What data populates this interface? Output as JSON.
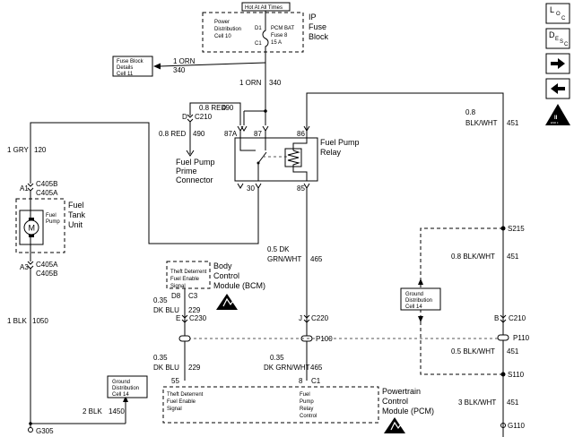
{
  "top": {
    "hot_label": "Hot At All Times",
    "ip_fuse_block": [
      "IP",
      "Fuse",
      "Block"
    ],
    "power_dist": [
      "Power",
      "Distribution",
      "Cell 10"
    ],
    "d1": "D1",
    "c1": "C1",
    "fuse_info": [
      "PCM BAT",
      "Fuse 8",
      "15 A"
    ],
    "fuse_block_details": [
      "Fuse Block",
      "Details",
      "Cell 11"
    ],
    "wire_1orn_a": "1 ORN",
    "wire_340_a": "340",
    "wire_1orn_b": "1 ORN",
    "wire_340_b": "340"
  },
  "prime": {
    "connector_d": "D",
    "connector_c210": "C210",
    "wire_red_a": "0.8 RED",
    "wire_490_a": "490",
    "wire_red_b": "0.8 RED",
    "wire_490_b": "490",
    "label": [
      "Fuel Pump",
      "Prime",
      "Connector"
    ]
  },
  "relay": {
    "pin_87a": "87A",
    "pin_87": "87",
    "pin_86": "86",
    "pin_30": "30",
    "pin_85": "85",
    "label": [
      "Fuel Pump",
      "Relay"
    ]
  },
  "right": {
    "wire_08": "0.8",
    "wire_blkwht": "BLK/WHT",
    "wire_451": "451",
    "s215": "S215",
    "wire_b": "0.8 BLK/WHT",
    "wire_b_num": "451",
    "gd14": [
      "Ground",
      "Distribution",
      "Cell 14"
    ],
    "b_conn": "B",
    "c210": "C210",
    "p110": "P110",
    "wire_c": "0.5 BLK/WHT",
    "wire_c_num": "451",
    "s110": "S110",
    "wire_d": "3 BLK/WHT",
    "wire_d_num": "451",
    "g110": "G110"
  },
  "left": {
    "wire_gry": "1 GRY",
    "wire_120": "120",
    "a1": "A1",
    "c405b_a": "C405B",
    "c405a_a": "C405A",
    "tank_unit": [
      "Fuel",
      "Tank",
      "Unit"
    ],
    "fuel_pump": [
      "Fuel",
      "Pump"
    ],
    "motor": "M",
    "a3": "A3",
    "c405a_b": "C405A",
    "c405b_b": "C405B",
    "wire_blk": "1 BLK",
    "wire_1050": "1050",
    "gd14": [
      "Ground",
      "Distribution",
      "Cell 14"
    ],
    "wire_2blk": "2 BLK",
    "wire_1450": "1450",
    "g305": "G305"
  },
  "bcm": {
    "theft_signal": [
      "Theft Deterrent",
      "Fuel Enable",
      "Signal"
    ],
    "label": [
      "Body",
      "Control",
      "Module (BCM)"
    ],
    "d8": "D8",
    "c3": "C3",
    "wire_035": "0.35",
    "wire_dkblu": "DK BLU",
    "wire_229": "229",
    "e_conn": "E",
    "c230": "C230",
    "wire_035b": "0.35",
    "wire_dkblub": "DK BLU",
    "wire_229b": "229",
    "pin_55": "55"
  },
  "mid": {
    "wire_05dk": "0.5 DK",
    "wire_grnwht": "GRN/WHT",
    "wire_465": "465",
    "j_conn": "J",
    "c220": "C220",
    "p100": "P100",
    "wire_035": "0.35",
    "wire_dkgrnwht": "DK GRN/WHT",
    "wire_465b": "465",
    "pin_8": "8",
    "c1": "C1"
  },
  "pcm": {
    "theft_signal": [
      "Theft Deterrent",
      "Fuel Enable",
      "Signal"
    ],
    "relay_ctrl": [
      "Fuel",
      "Pump",
      "Relay",
      "Control"
    ],
    "label": [
      "Powertrain",
      "Control",
      "Module (PCM)"
    ]
  },
  "nav": {
    "loc_l": "L",
    "loc_o": "O",
    "loc_c": "C",
    "desc_d": "D",
    "desc_e": "E",
    "desc_s": "S",
    "desc_c": "C",
    "esd_text": [
      "II",
      "ESD ii"
    ]
  }
}
